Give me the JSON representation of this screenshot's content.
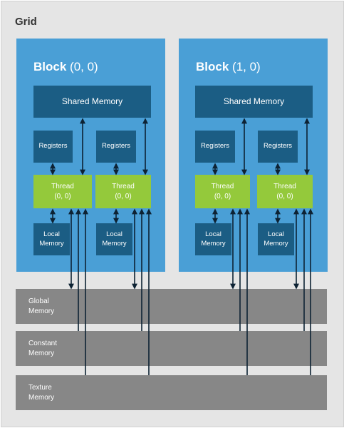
{
  "grid": {
    "title": "Grid"
  },
  "blocks": [
    {
      "name": "Block",
      "coord": "(0, 0)",
      "shared": "Shared Memory",
      "threads": [
        {
          "registers": "Registers",
          "thread": "Thread",
          "thread_coord": "(0, 0)",
          "local1": "Local",
          "local2": "Memory"
        },
        {
          "registers": "Registers",
          "thread": "Thread",
          "thread_coord": "(0, 0)",
          "local1": "Local",
          "local2": "Memory"
        }
      ]
    },
    {
      "name": "Block",
      "coord": "(1, 0)",
      "shared": "Shared Memory",
      "threads": [
        {
          "registers": "Registers",
          "thread": "Thread",
          "thread_coord": "(0, 0)",
          "local1": "Local",
          "local2": "Memory"
        },
        {
          "registers": "Registers",
          "thread": "Thread",
          "thread_coord": "(0, 0)",
          "local1": "Local",
          "local2": "Memory"
        }
      ]
    }
  ],
  "memories": {
    "global": {
      "line1": "Global",
      "line2": "Memory"
    },
    "constant": {
      "line1": "Constant",
      "line2": "Memory"
    },
    "texture": {
      "line1": "Texture",
      "line2": "Memory"
    }
  },
  "colors": {
    "grid_background": "#e5e5e5",
    "block": "#4a9fd6",
    "dark_box": "#1b5d84",
    "thread": "#94c93b",
    "device_memory": "#878787",
    "arrow": "#0d2233"
  }
}
